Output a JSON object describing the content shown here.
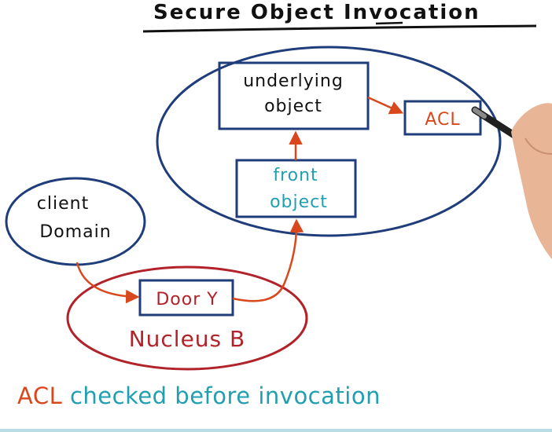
{
  "title": "Secure Object Invocation",
  "nodes": {
    "underlying_object": [
      "underlying",
      "object"
    ],
    "acl": "ACL",
    "front_object": [
      "front",
      "object"
    ],
    "client_domain": [
      "client",
      "Domain"
    ],
    "door": "Door Y",
    "nucleus": "Nucleus B"
  },
  "footer": {
    "part1": "ACL",
    "part2": " checked before invocation"
  },
  "colors": {
    "ink_blue": "#1f3d7a",
    "ink_red": "#b2222a",
    "ink_orange": "#d9481c",
    "ink_teal": "#1f9fb0",
    "ink_black": "#111111",
    "bar": "#b8dde8"
  }
}
